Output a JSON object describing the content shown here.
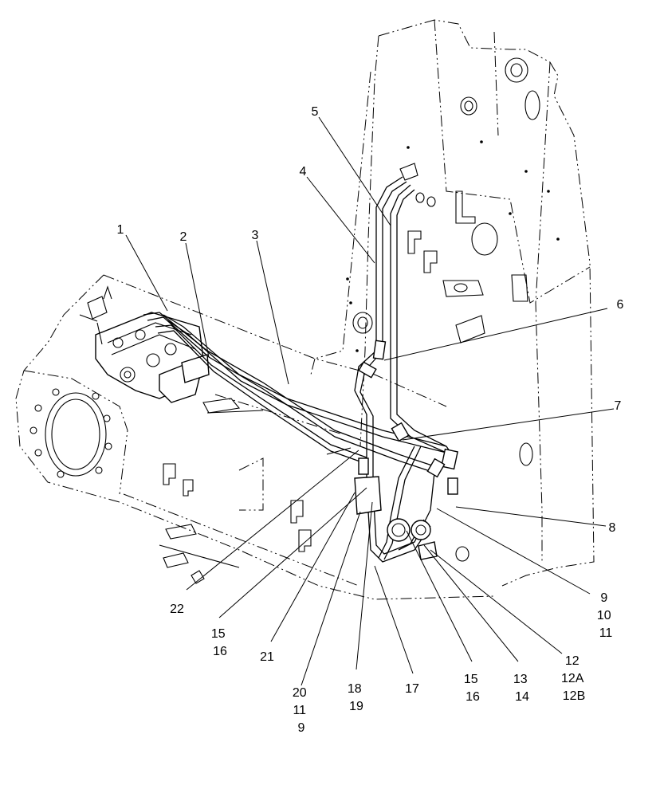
{
  "callouts": [
    {
      "id": "c1",
      "lines": [
        "1"
      ]
    },
    {
      "id": "c2",
      "lines": [
        "2"
      ]
    },
    {
      "id": "c3",
      "lines": [
        "3"
      ]
    },
    {
      "id": "c4",
      "lines": [
        "4"
      ]
    },
    {
      "id": "c5",
      "lines": [
        "5"
      ]
    },
    {
      "id": "c6",
      "lines": [
        "6"
      ]
    },
    {
      "id": "c7",
      "lines": [
        "7"
      ]
    },
    {
      "id": "c8",
      "lines": [
        "8"
      ]
    },
    {
      "id": "c9",
      "lines": [
        "9",
        "10",
        "11"
      ]
    },
    {
      "id": "c12",
      "lines": [
        "12",
        "12A",
        "12B"
      ]
    },
    {
      "id": "c13",
      "lines": [
        "13",
        "14"
      ]
    },
    {
      "id": "c15a",
      "lines": [
        "15",
        "16"
      ]
    },
    {
      "id": "c15b",
      "lines": [
        "15",
        "16"
      ]
    },
    {
      "id": "c17",
      "lines": [
        "17"
      ]
    },
    {
      "id": "c18",
      "lines": [
        "18",
        "19"
      ]
    },
    {
      "id": "c20",
      "lines": [
        "20",
        "11",
        "9"
      ]
    },
    {
      "id": "c21",
      "lines": [
        "21"
      ]
    },
    {
      "id": "c22",
      "lines": [
        "22"
      ]
    }
  ]
}
